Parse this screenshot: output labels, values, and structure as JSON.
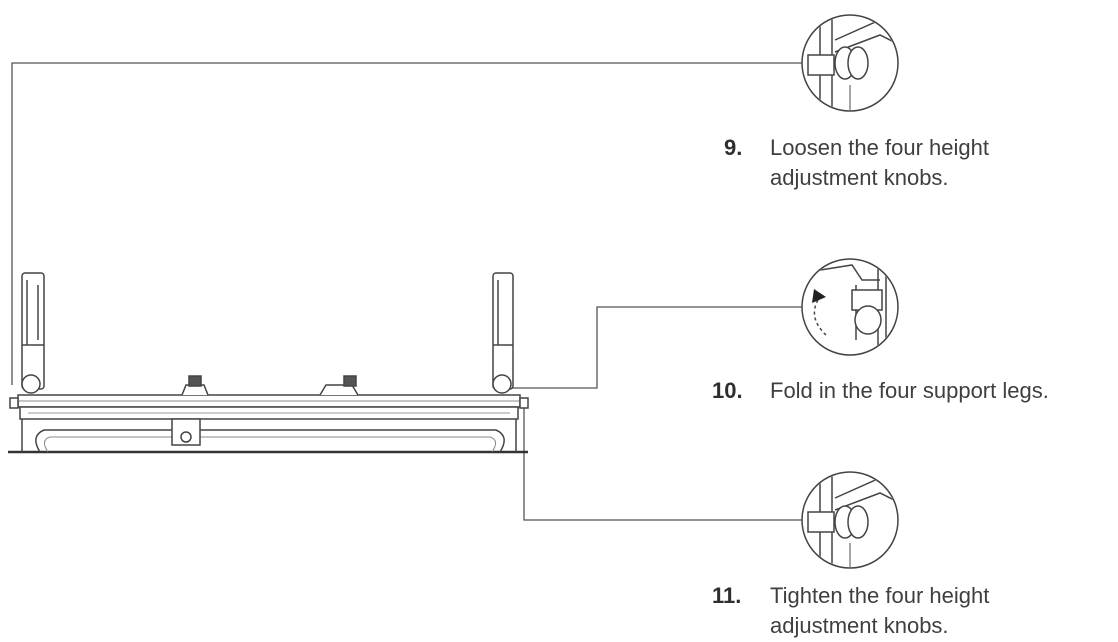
{
  "steps": [
    {
      "number": "9.",
      "text": "Loosen the four height\nadjustment knobs."
    },
    {
      "number": "10.",
      "text": "Fold in the four support legs."
    },
    {
      "number": "11.",
      "text": "Tighten the four height\nadjustment knobs."
    }
  ],
  "icons": {
    "detail_9": "knob-loosen-detail-icon",
    "detail_10": "leg-fold-detail-icon",
    "detail_11": "knob-tighten-detail-icon"
  },
  "colors": {
    "line": "#3a3a3a",
    "light_line": "#9a9a9a",
    "text": "#3a3a3a"
  }
}
